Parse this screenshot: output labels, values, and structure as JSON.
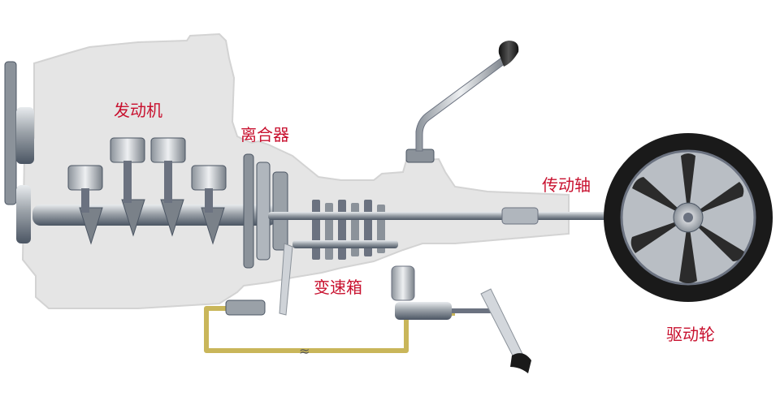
{
  "labels": {
    "engine": "发动机",
    "clutch": "离合器",
    "gearbox": "变速箱",
    "driveshaft": "传动轴",
    "drive_wheel": "驱动轮"
  },
  "colors": {
    "label_text": "#c8102e",
    "housing": "#e5e5e5",
    "housing_edge": "#d3d3d3",
    "steel_dark": "#4b5563",
    "steel_mid": "#8b929a",
    "steel_light": "#d9dde2",
    "hydraulic_line": "#c9b65a",
    "tire": "#1a1a1a",
    "rim": "#b9bec4"
  }
}
